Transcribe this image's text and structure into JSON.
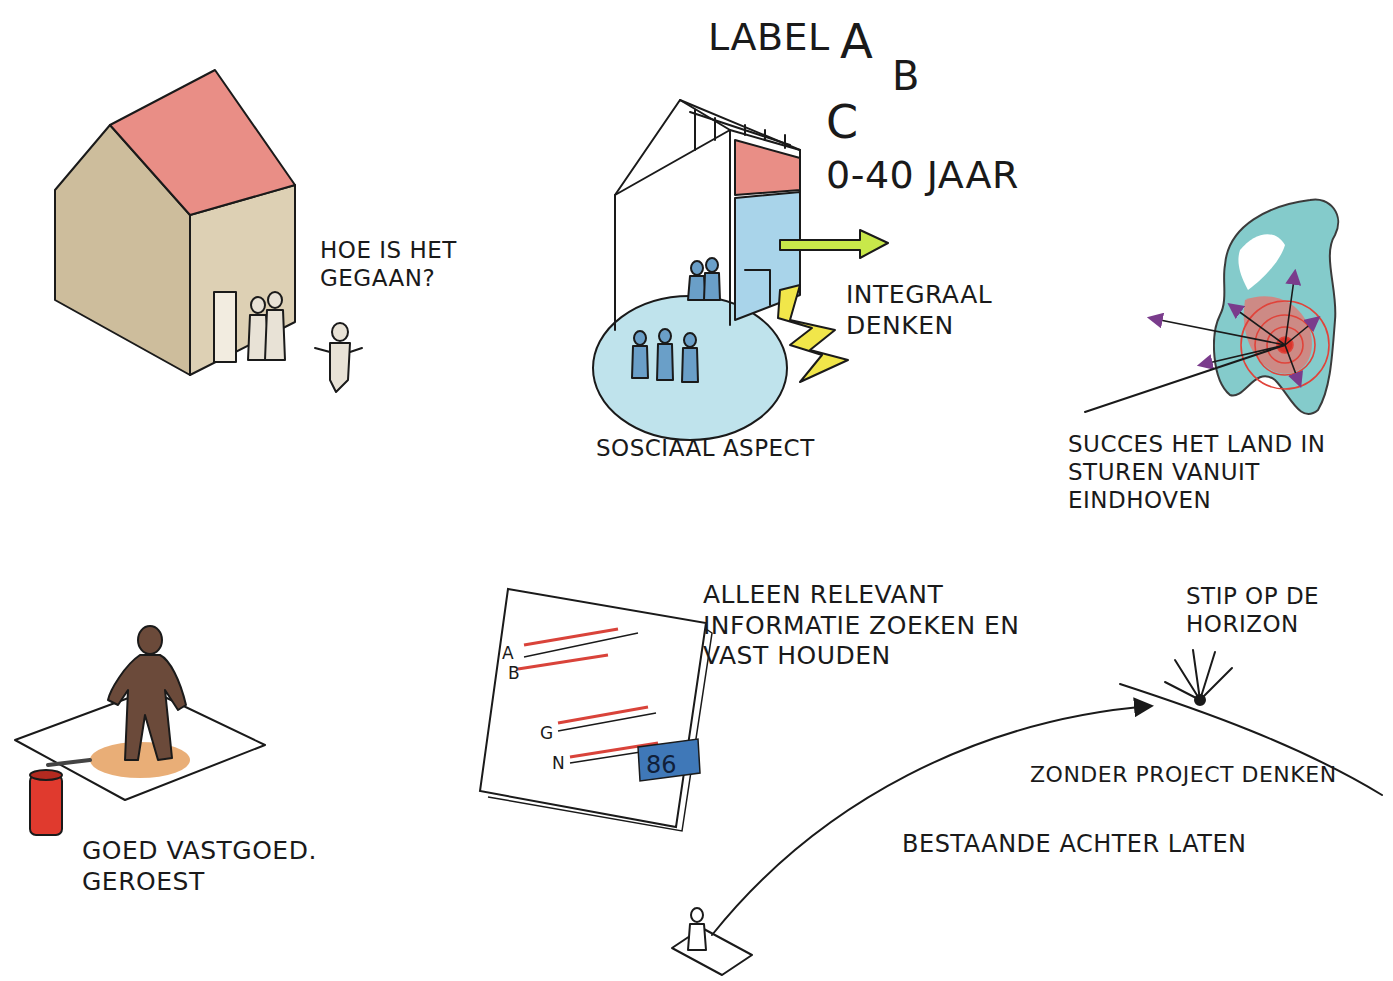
{
  "diagram": {
    "nodes": [
      {
        "text": [
          "A",
          "B",
          "G",
          "N",
          "86"
        ]
      }
    ],
    "labels": [
      "LABEL",
      "A",
      "B",
      "C",
      "0-40 JAAR",
      "HOE IS HET GEGAAN?",
      "INTEGRAAL DENKEN",
      "SOSCIAAL ASPECT",
      "SUCCES HET LAND IN STUREN VANUIT EINDHOVEN",
      "GOED VASTGOED. GEROEST",
      "ALLEEN RELEVANT INFORMATIE ZOEKEN EN VAST HOUDEN",
      "STIP OP DE HORIZON",
      "ZONDER PROJECT DENKEN",
      "BESTAANDE ACHTER LATEN"
    ]
  }
}
